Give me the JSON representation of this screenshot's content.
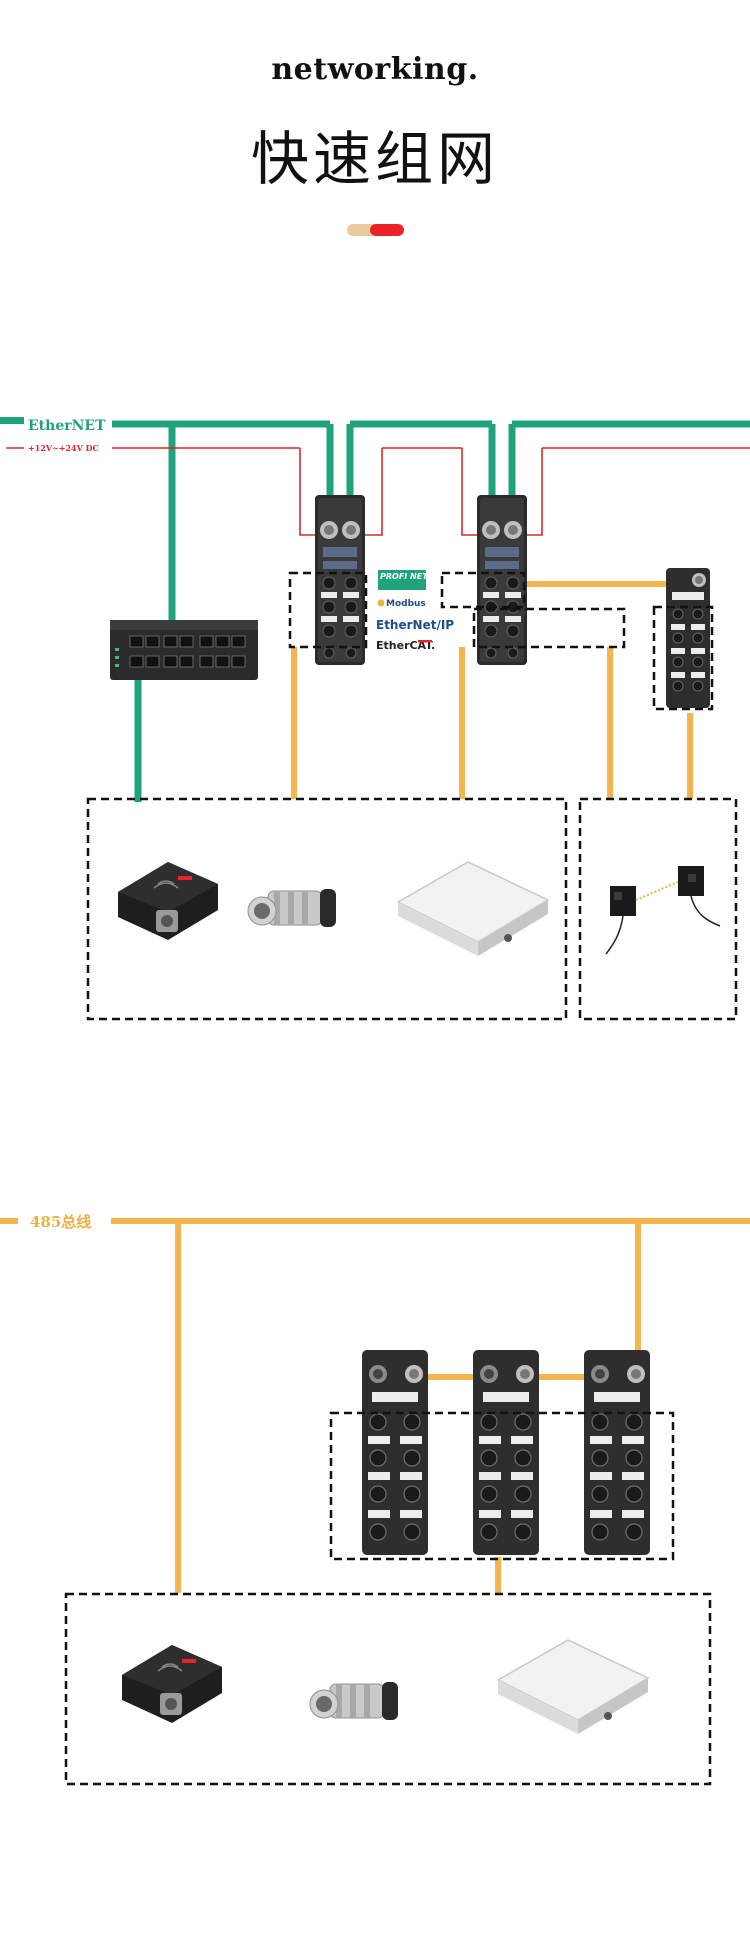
{
  "header": {
    "title_en": "networking.",
    "title_zh": "快速组网"
  },
  "colors": {
    "ethernet": "#1FA37A",
    "power": "#D92A2A",
    "bus485": "#F5B54E",
    "accent_red": "#E8232A",
    "accent_beige": "#EBCB9E"
  },
  "section1": {
    "ethernet_label": "EtherNET",
    "power_label": "+12V~+24V DC",
    "protocols": [
      "PROFI NET",
      "Modbus",
      "EtherNet/IP",
      "EtherCAT."
    ],
    "icons": [
      "switch-icon",
      "io-module-icon",
      "rfid-reader-icon",
      "proximity-sensor-icon",
      "rfid-antenna-icon",
      "photoelectric-sensor-icon"
    ]
  },
  "section2": {
    "bus_label": "485总线",
    "icons": [
      "io-module-icon",
      "rfid-reader-icon",
      "proximity-sensor-icon",
      "rfid-antenna-icon"
    ]
  }
}
